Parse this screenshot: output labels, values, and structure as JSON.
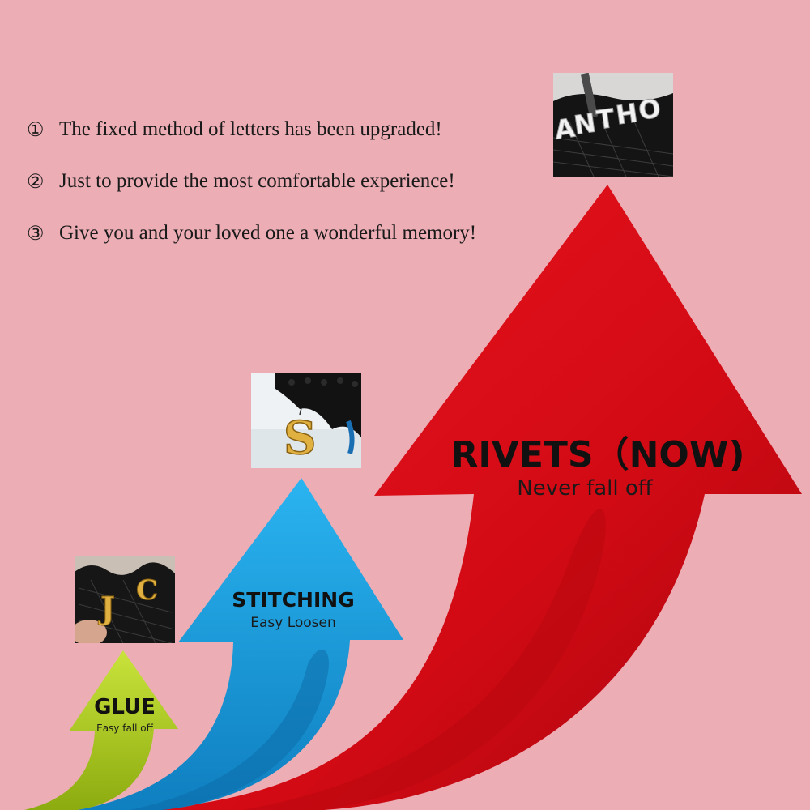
{
  "features": [
    {
      "num": "①",
      "text": "The fixed method of letters has been upgraded!"
    },
    {
      "num": "②",
      "text": "Just to provide the most comfortable experience!"
    },
    {
      "num": "③",
      "text": "Give you and your loved one a wonderful memory!"
    }
  ],
  "methods": {
    "glue": {
      "title": "GLUE",
      "subtitle": "Easy fall off",
      "color": "#a8cc14"
    },
    "stitching": {
      "title": "STITCHING",
      "subtitle": "Easy Loosen",
      "color": "#1ea3e4"
    },
    "rivets": {
      "title": "RIVETS（NOW)",
      "subtitle": "Never fall off",
      "color": "#e30613"
    }
  },
  "photos": {
    "glue": {
      "letters": [
        "J",
        "C"
      ]
    },
    "stitching": {
      "letters": [
        "S"
      ]
    },
    "rivets": {
      "letters": [
        "A",
        "N",
        "T",
        "H",
        "O"
      ]
    }
  },
  "colors": {
    "background": "#ecadb5",
    "gold": "#d8a437",
    "lace": "#151515"
  }
}
